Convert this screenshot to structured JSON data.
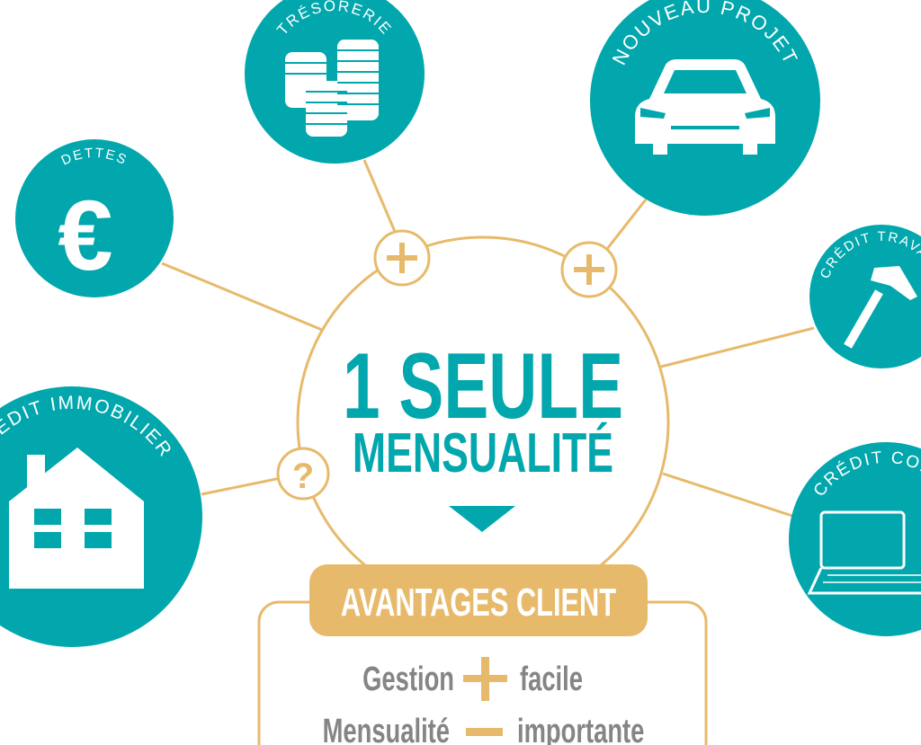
{
  "colors": {
    "teal": "#01A7AD",
    "gold": "#E7BA6B",
    "gray": "#858585",
    "white": "#FFFFFF"
  },
  "center": {
    "line1": "1 SEULE",
    "line2": "MENSUALITÉ",
    "plus_symbol": "+",
    "question_symbol": "?"
  },
  "nodes": [
    {
      "label": "TRÉSORERIE",
      "icon": "coins-icon"
    },
    {
      "label": "NOUVEAU PROJET",
      "icon": "car-icon"
    },
    {
      "label": "DETTES",
      "icon": "euro-icon"
    },
    {
      "label": "CRÉDIT TRAVAUX",
      "icon": "hammer-icon"
    },
    {
      "label": "CRÉDIT IMMOBILIER",
      "icon": "house-icon"
    },
    {
      "label": "CRÉDIT CONSO",
      "icon": "laptop-icon"
    }
  ],
  "advantages": {
    "title": "AVANTAGES CLIENT",
    "rows": [
      {
        "left": "Gestion",
        "sign": "plus",
        "right": "facile"
      },
      {
        "left": "Mensualité",
        "sign": "minus",
        "right": "importante"
      }
    ]
  }
}
